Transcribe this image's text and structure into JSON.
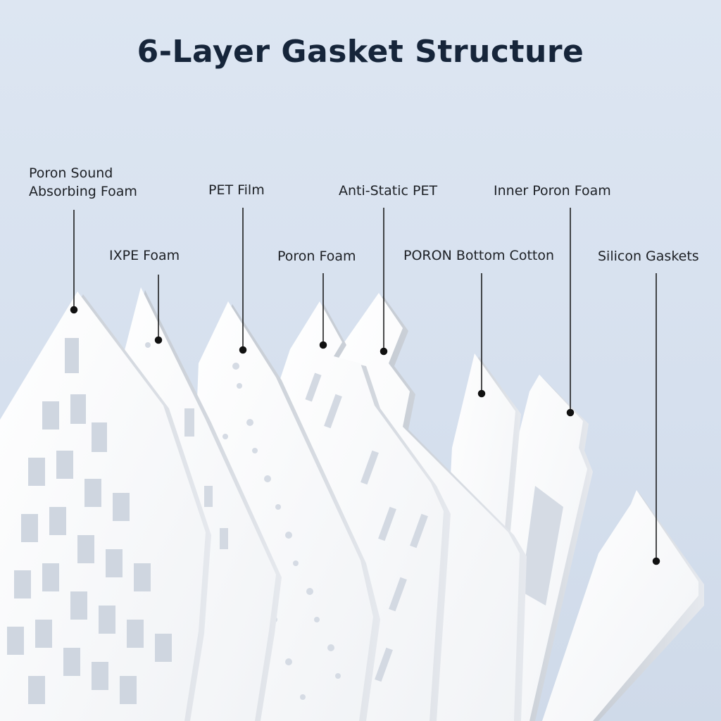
{
  "title": "6-Layer Gasket Structure",
  "labels": [
    {
      "id": "poron-sound",
      "line1": "Poron Sound",
      "line2": "Absorbing Foam"
    },
    {
      "id": "ixpe",
      "line1": "IXPE Foam"
    },
    {
      "id": "pet-film",
      "line1": "PET Film"
    },
    {
      "id": "poron-foam",
      "line1": "Poron Foam"
    },
    {
      "id": "anti-static",
      "line1": "Anti-Static PET"
    },
    {
      "id": "poron-bottom",
      "line1": "PORON Bottom Cotton"
    },
    {
      "id": "inner-poron",
      "line1": "Inner Poron Foam"
    },
    {
      "id": "silicon",
      "line1": "Silicon Gaskets"
    }
  ]
}
